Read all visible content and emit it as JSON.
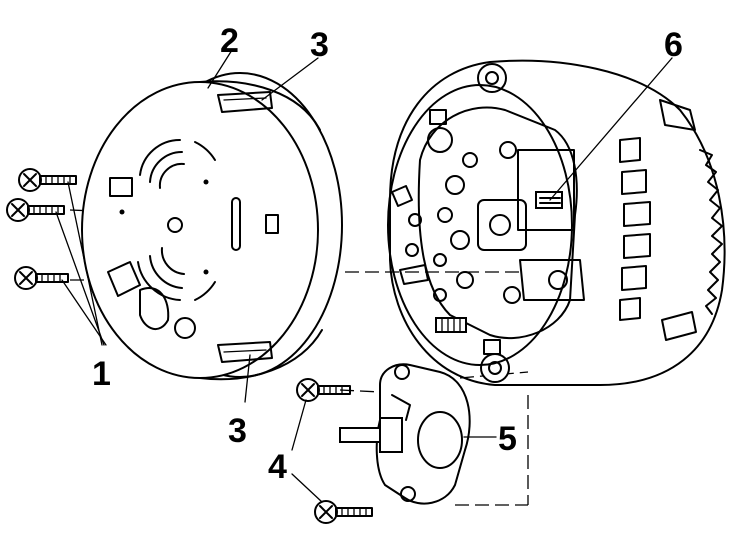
{
  "callouts": {
    "screws": "1",
    "rear_cover": "2",
    "cover_clip_top": "3",
    "cover_clip_bottom": "3",
    "regulator_screws": "4",
    "voltage_regulator": "5",
    "brush_holder": "6"
  }
}
